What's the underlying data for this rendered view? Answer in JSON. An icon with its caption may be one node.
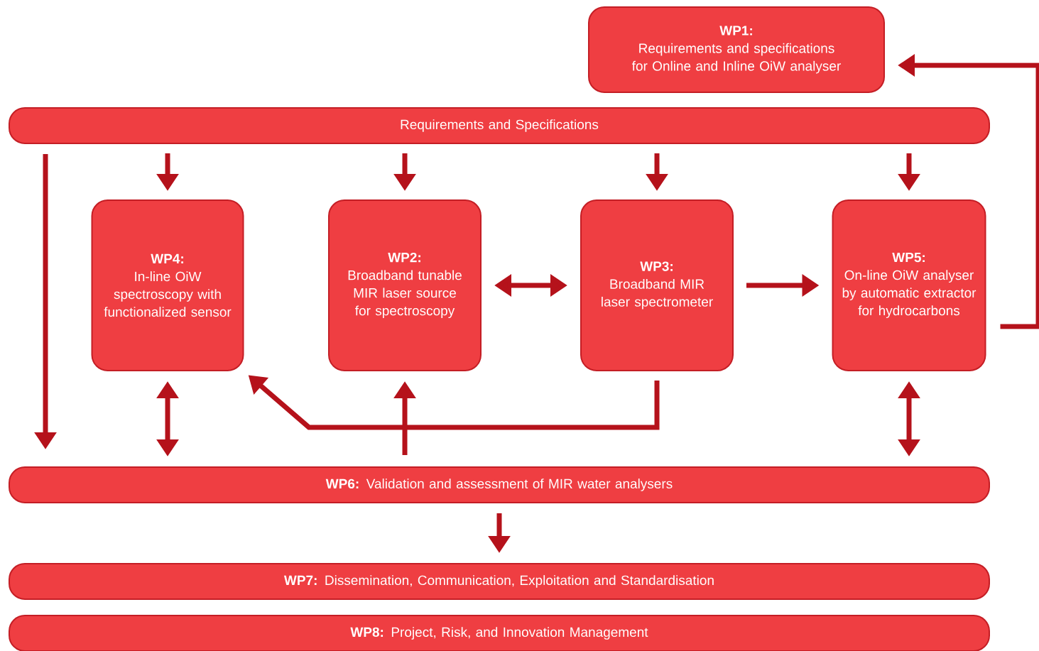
{
  "diagram": {
    "nodes": [
      {
        "text": [
          "WP1:",
          "Requirements and specifications for Online and Inline OiW analyser"
        ]
      },
      {
        "text": [
          "Requirements and Specifications"
        ]
      },
      {
        "text": [
          "WP4:",
          "In-line OiW spectroscopy with functionalized sensor"
        ]
      },
      {
        "text": [
          "WP2:",
          "Broadband tunable MIR laser source for spectroscopy"
        ]
      },
      {
        "text": [
          "WP3:",
          "Broadband MIR laser spectrometer"
        ]
      },
      {
        "text": [
          "WP5:",
          "On-line OiW analyser by automatic extractor for hydrocarbons"
        ]
      },
      {
        "text": [
          "**WP6:** Validation and assessment of MIR water analysers"
        ]
      },
      {
        "text": [
          "**WP7:** Dissemination, Communication, Exploitation and Standardisation"
        ]
      },
      {
        "text": [
          "**WP8:** Project, Risk, and Innovation Management"
        ]
      }
    ],
    "edges": [
      {
        "from": 5,
        "to": 0,
        "arrow": "to"
      },
      {
        "from": 1,
        "to": 2,
        "arrow": "to"
      },
      {
        "from": 1,
        "to": 3,
        "arrow": "to"
      },
      {
        "from": 1,
        "to": 4,
        "arrow": "to"
      },
      {
        "from": 1,
        "to": 5,
        "arrow": "to"
      },
      {
        "from": 1,
        "to": 6,
        "arrow": "to"
      },
      {
        "from": 2,
        "to": 6,
        "arrow": "both"
      },
      {
        "from": 3,
        "to": 4,
        "arrow": "both"
      },
      {
        "from": 4,
        "to": 5,
        "arrow": "to"
      },
      {
        "from": 4,
        "to": 2,
        "arrow": "to"
      },
      {
        "from": 6,
        "to": 3,
        "arrow": "to"
      },
      {
        "from": 5,
        "to": 6,
        "arrow": "both"
      },
      {
        "from": 6,
        "to": 7,
        "arrow": "to"
      }
    ]
  }
}
